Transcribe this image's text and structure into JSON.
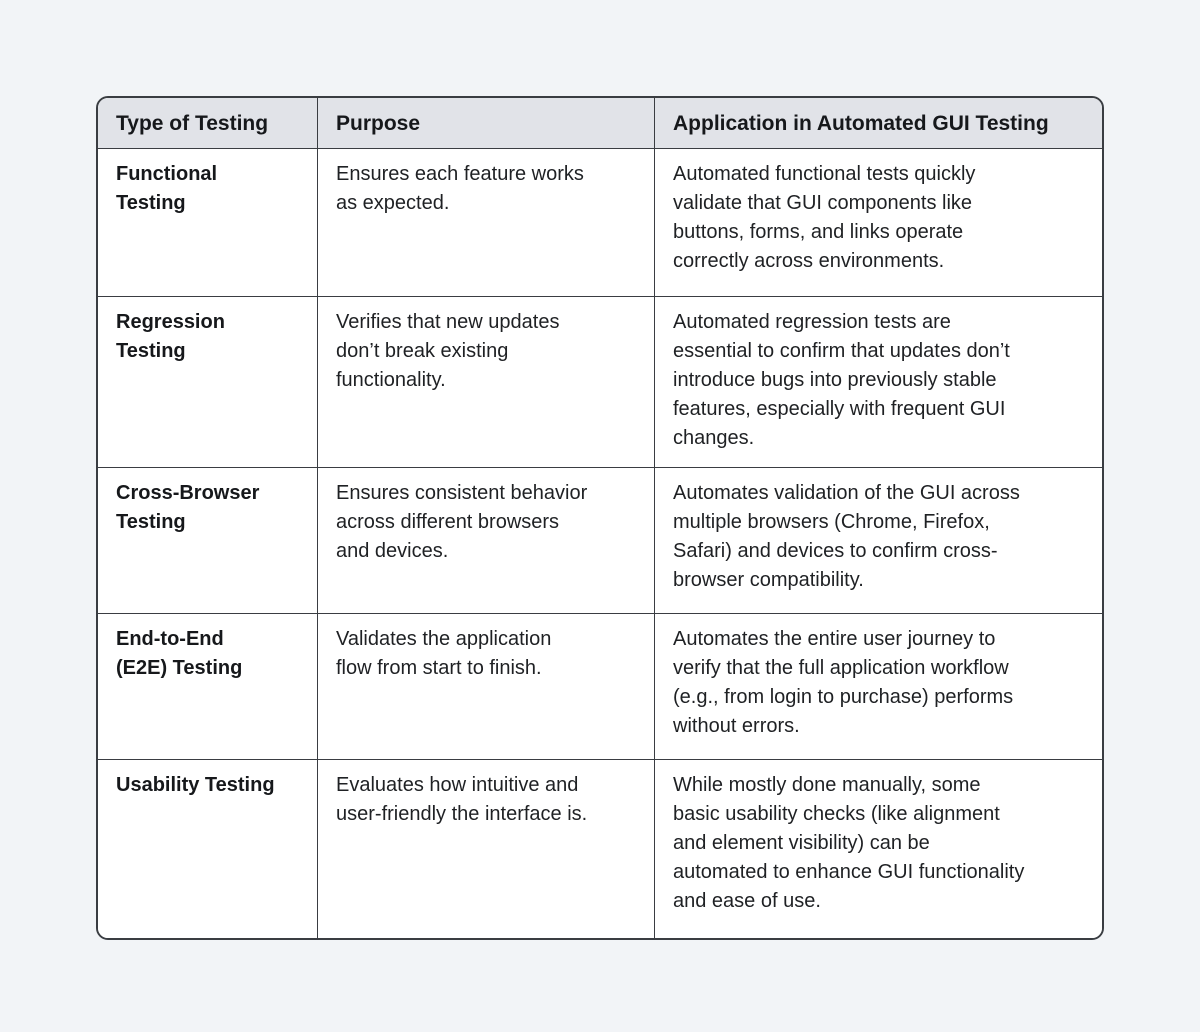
{
  "table": {
    "headers": [
      "Type of Testing",
      "Purpose",
      "Application in Automated GUI Testing"
    ],
    "rows": [
      {
        "type": "Functional\nTesting",
        "purpose": "Ensures each feature works\nas expected.",
        "application": "Automated functional tests quickly\nvalidate that GUI components like\nbuttons, forms, and links operate\ncorrectly across environments."
      },
      {
        "type": "Regression\nTesting",
        "purpose": "Verifies that new updates\ndon’t break existing\nfunctionality.",
        "application": "Automated regression tests are\nessential to confirm that updates don’t\nintroduce bugs into previously stable\nfeatures, especially with frequent GUI\nchanges."
      },
      {
        "type": "Cross-Browser\nTesting",
        "purpose": "Ensures consistent behavior\nacross different browsers\nand devices.",
        "application": "Automates validation of the GUI across\nmultiple browsers (Chrome, Firefox,\nSafari) and devices to confirm cross-\nbrowser compatibility."
      },
      {
        "type": "End-to-End\n(E2E) Testing",
        "purpose": "Validates the application\nflow from start to finish.",
        "application": "Automates the entire user journey to\nverify that the full application workflow\n(e.g., from login to purchase) performs\nwithout errors."
      },
      {
        "type": "Usability Testing",
        "purpose": "Evaluates how intuitive and\nuser-friendly the interface is.",
        "application": "While mostly done manually, some\nbasic usability checks (like alignment\nand element visibility) can be\nautomated to enhance GUI functionality\nand ease of use."
      }
    ]
  },
  "colors": {
    "page_bg": "#f2f4f7",
    "header_bg": "#e1e3e8",
    "cell_bg": "#ffffff",
    "border": "#3a3d42",
    "text": "#1f2124"
  }
}
